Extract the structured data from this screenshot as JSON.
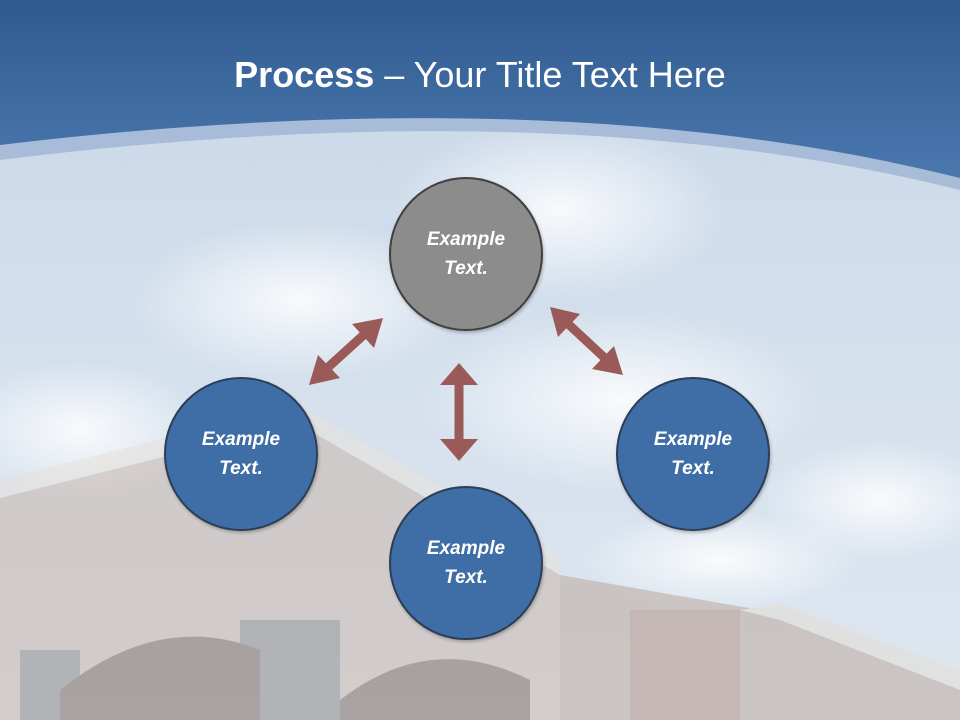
{
  "title": {
    "bold_part": "Process",
    "rest": " – Your Title Text Here"
  },
  "nodes": {
    "top": "Example Text.",
    "left": "Example Text.",
    "right": "Example Text.",
    "bottom": "Example Text."
  },
  "colors": {
    "header_blue": "#3f6ea6",
    "node_blue": "#3f6ea6",
    "node_gray": "#8c8c8c",
    "arrow": "#9a5a57"
  }
}
